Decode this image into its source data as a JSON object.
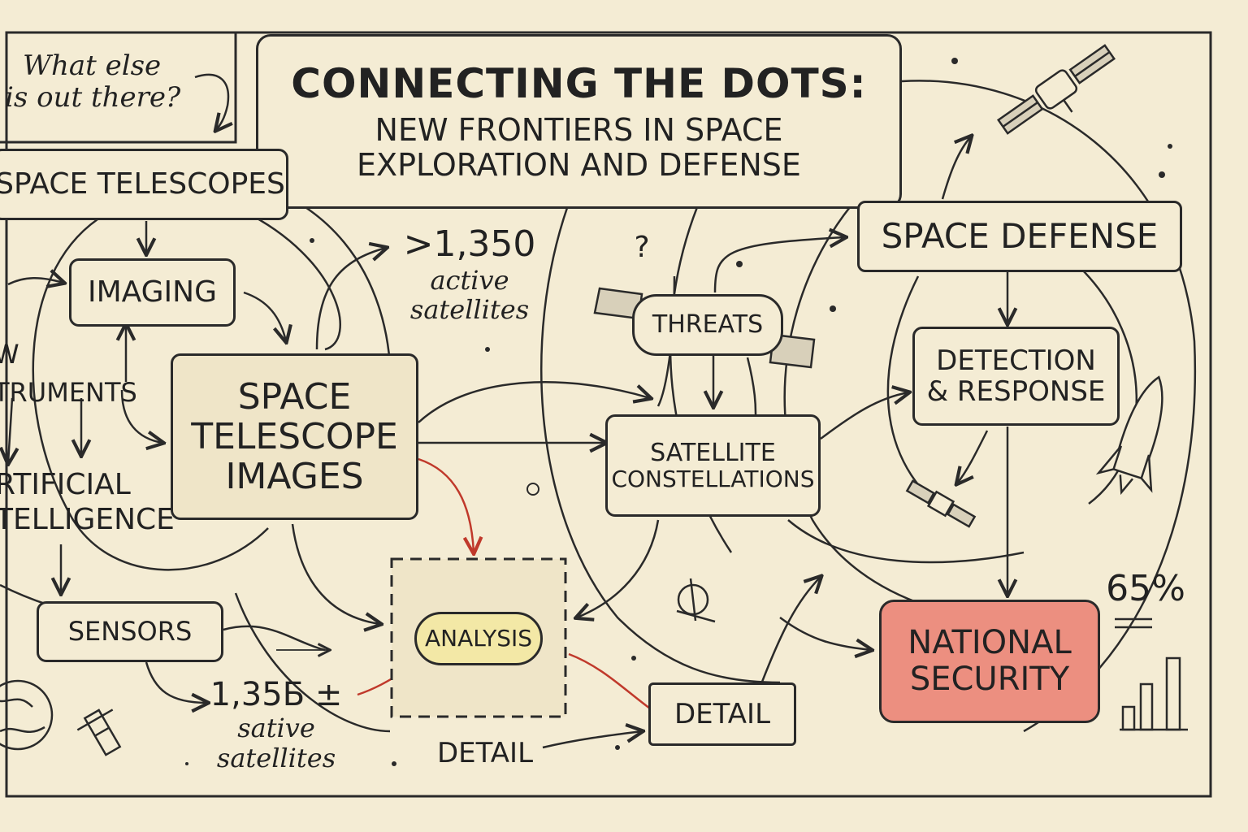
{
  "title": {
    "main": "CONNECTING THE DOTS:",
    "sub_line1": "NEW FRONTIERS IN SPACE",
    "sub_line2": "EXPLORATION AND DEFENSE"
  },
  "note_question": {
    "line1": "What else",
    "line2": "is out there?"
  },
  "nodes": {
    "space_telescopes": "SPACE TELESCOPES",
    "imaging": "IMAGING",
    "new_instruments_line1": "W",
    "new_instruments_line2": "TRUMENTS",
    "artificial_intelligence_line1": "RTIFICIAL",
    "artificial_intelligence_line2": "TELLIGENCE",
    "space_telescope_images": "SPACE TELESCOPE IMAGES",
    "sensors": "SENSORS",
    "analysis": "ANALYSIS",
    "detail_bottom": "DETAIL",
    "detail_box": "DETAIL",
    "threats": "THREATS",
    "satellite_constellations_line1": "SATELLITE",
    "satellite_constellations_line2": "CONSTELLATIONS",
    "space_defense": "SPACE DEFENSE",
    "detection_response_line1": "DETECTION",
    "detection_response_line2": "& RESPONSE",
    "national_security_line1": "NATIONAL",
    "national_security_line2": "SECURITY",
    "question_mark": "?"
  },
  "stats": {
    "top_value": ">1,350",
    "top_label_line1": "active",
    "top_label_line2": "satellites",
    "bottom_value": "1,35Б ±",
    "bottom_label_line1": "sative",
    "bottom_label_line2": "satellites",
    "percent": "65%"
  },
  "colors": {
    "background": "#f4ecd4",
    "ink": "#2a2a2a",
    "analysis_fill": "#f3e8a6",
    "national_security_fill": "#ec8f80",
    "red_arrow": "#c0392b"
  },
  "icons": [
    "satellite-icon",
    "rocket-icon",
    "bar-chart-icon",
    "globe-icon",
    "small-satellite-icon",
    "debris-icon",
    "crosshair-icon"
  ]
}
